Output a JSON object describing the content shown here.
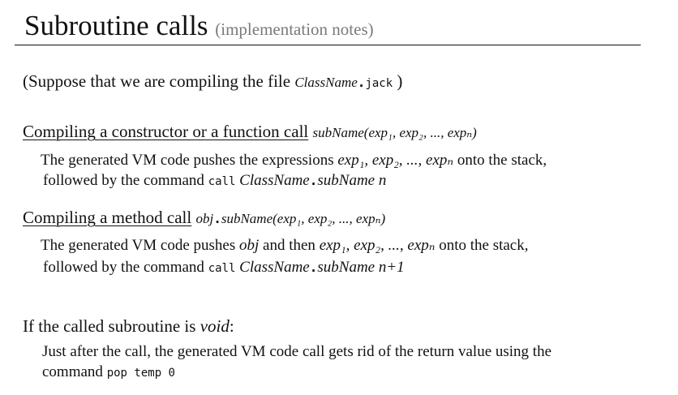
{
  "title": {
    "main": "Subroutine calls",
    "sub": "(implementation notes)"
  },
  "suppose": {
    "before": "(Suppose that we are compiling the file",
    "classname": "ClassName",
    "dot": ".",
    "ext": "jack",
    "after": ")"
  },
  "section1": {
    "heading": "Compiling a constructor or a function call",
    "sig_name": "subName",
    "sig_args": "(exp₁, exp₂, ..., expₙ)",
    "line1_prefix": "The generated VM code pushes the expressions",
    "line1_exps": "exp₁, exp₂, ..., expₙ",
    "line1_suffix": "onto the stack,",
    "line2_prefix": "followed by the command",
    "cmd": "call",
    "classname": "ClassName",
    "dot": ".",
    "subname": "subName",
    "arg": "n"
  },
  "section2": {
    "heading": "Compiling a method call",
    "sig_obj": "obj",
    "sig_dot": ".",
    "sig_name": "subName",
    "sig_args": "(exp₁, exp₂, ..., expₙ)",
    "line1_prefix": "The generated VM code pushes",
    "line1_obj": "obj",
    "line1_mid": "and then",
    "line1_exps": "exp₁, exp₂, ..., expₙ",
    "line1_suffix": "onto the stack,",
    "line2_prefix": "followed by the command",
    "cmd": "call",
    "classname": "ClassName",
    "dot": ".",
    "subname": "subName",
    "arg": "n+1"
  },
  "void_note": {
    "prefix": "If the called subroutine is",
    "word": "void",
    "colon": ":",
    "line1": "Just after the call, the generated VM code call gets rid of the return value using the",
    "line2_prefix": "command",
    "cmd": "pop temp 0"
  }
}
